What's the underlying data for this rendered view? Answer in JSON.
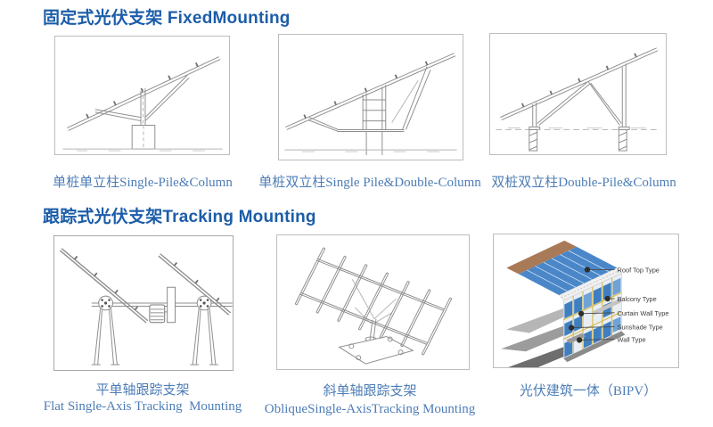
{
  "colors": {
    "heading_blue": "#1c5da9",
    "caption_blue": "#4d7db6",
    "box_border_gray": "#bdbdbd",
    "sketch_line_gray": "#8f8f8f",
    "bipv_panel_blue": "#3f7fc1",
    "bipv_roof_blue": "#4a87c9",
    "bipv_frame_yellow": "#d9b93f",
    "bipv_roof_brown": "#a87a58",
    "bipv_slab_gray": "#9c9c9c"
  },
  "fixed": {
    "heading": "固定式光伏支架 FixedMounting",
    "figures": [
      {
        "name": "single-pile-single-column",
        "caption": "单桩单立柱Single-Pile&Column"
      },
      {
        "name": "single-pile-double-column",
        "caption": "单桩双立柱Single Pile&Double-Column"
      },
      {
        "name": "double-pile-double-column",
        "caption": "双桩双立柱Double-Pile&Column"
      }
    ]
  },
  "tracking": {
    "heading": "跟踪式光伏支架Tracking Mounting",
    "figures": [
      {
        "name": "flat-single-axis-tracker",
        "caption_zh": "平单轴跟踪支架",
        "caption_en": "Flat Single-Axis Tracking  Mounting"
      },
      {
        "name": "oblique-single-axis-tracker",
        "caption_zh": "斜单轴跟踪支架",
        "caption_en": "ObliqueSingle-AxisTracking Mounting"
      },
      {
        "name": "bipv-building",
        "caption_zh": "光伏建筑一体（BIPV）"
      }
    ]
  },
  "bipv": {
    "labels": [
      "Roof Top Type",
      "Balcony Type",
      "Curtain Wall Type",
      "Sunshade Type",
      "Wall Type"
    ]
  }
}
